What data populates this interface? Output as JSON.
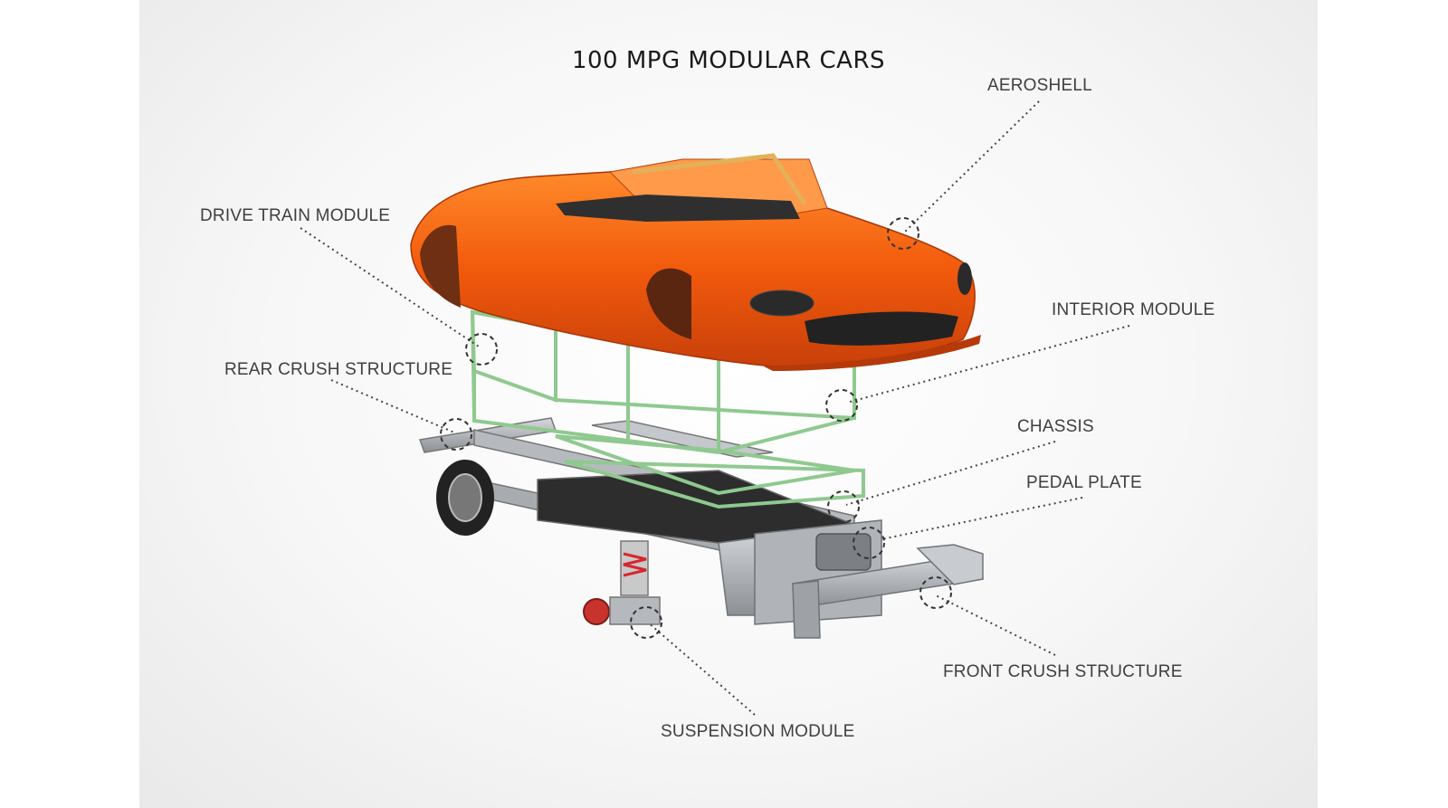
{
  "title": "100 MPG MODULAR CARS",
  "labels": {
    "aeroshell": "AEROSHELL",
    "drive_train_module": "DRIVE TRAIN MODULE",
    "interior_module": "INTERIOR MODULE",
    "rear_crush_structure": "REAR CRUSH STRUCTURE",
    "chassis": "CHASSIS",
    "pedal_plate": "PEDAL PLATE",
    "front_crush_structure": "FRONT CRUSH STRUCTURE",
    "suspension_module": "SUSPENSION MODULE"
  },
  "colors": {
    "body_orange": "#f25a0c",
    "frame_green": "#8fc98f",
    "metal": "#9a9ea3",
    "leader": "#444444"
  }
}
